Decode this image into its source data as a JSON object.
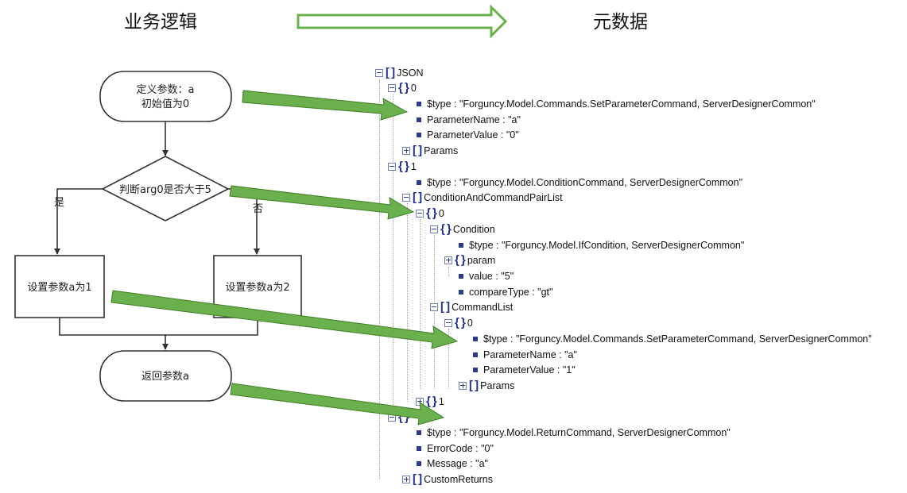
{
  "titles": {
    "left": "业务逻辑",
    "right": "元数据"
  },
  "flow": {
    "start": [
      "定义参数：a",
      "初始值为0"
    ],
    "decision": "判断arg0是否大于5",
    "yes": "是",
    "no": "否",
    "left_box": "设置参数a为1",
    "right_box": "设置参数a为2",
    "end": "返回参数a"
  },
  "tree": [
    {
      "kind": "node",
      "exp": "minus",
      "bracket": "[ ]",
      "label": "JSON"
    },
    {
      "kind": "node",
      "exp": "minus",
      "bracket": "{ }",
      "label": "0"
    },
    {
      "kind": "leaf",
      "label": "$type : \"Forguncy.Model.Commands.SetParameterCommand, ServerDesignerCommon\""
    },
    {
      "kind": "leaf",
      "label": "ParameterName : \"a\""
    },
    {
      "kind": "leaf",
      "label": "ParameterValue : \"0\""
    },
    {
      "kind": "node",
      "exp": "plus",
      "bracket": "[ ]",
      "label": "Params"
    },
    {
      "kind": "node",
      "exp": "minus",
      "bracket": "{ }",
      "label": "1"
    },
    {
      "kind": "leaf",
      "label": "$type : \"Forguncy.Model.ConditionCommand, ServerDesignerCommon\""
    },
    {
      "kind": "node",
      "exp": "minus",
      "bracket": "[ ]",
      "label": "ConditionAndCommandPairList"
    },
    {
      "kind": "node",
      "exp": "minus",
      "bracket": "{ }",
      "label": "0"
    },
    {
      "kind": "node",
      "exp": "minus",
      "bracket": "{ }",
      "label": "Condition"
    },
    {
      "kind": "leaf",
      "label": "$type : \"Forguncy.Model.IfCondition, ServerDesignerCommon\""
    },
    {
      "kind": "node",
      "exp": "plus",
      "bracket": "{ }",
      "label": "param"
    },
    {
      "kind": "leaf",
      "label": "value : \"5\""
    },
    {
      "kind": "leaf",
      "label": "compareType : \"gt\""
    },
    {
      "kind": "node",
      "exp": "minus",
      "bracket": "[ ]",
      "label": "CommandList"
    },
    {
      "kind": "node",
      "exp": "minus",
      "bracket": "{ }",
      "label": "0"
    },
    {
      "kind": "leaf",
      "label": "$type : \"Forguncy.Model.Commands.SetParameterCommand, ServerDesignerCommon\""
    },
    {
      "kind": "leaf",
      "label": "ParameterName : \"a\""
    },
    {
      "kind": "leaf",
      "label": "ParameterValue : \"1\""
    },
    {
      "kind": "node",
      "exp": "plus",
      "bracket": "[ ]",
      "label": "Params"
    },
    {
      "kind": "node",
      "exp": "plus",
      "bracket": "{ }",
      "label": "1"
    },
    {
      "kind": "node",
      "exp": "minus",
      "bracket": "{ }",
      "label": ""
    },
    {
      "kind": "leaf",
      "label": "$type : \"Forguncy.Model.ReturnCommand, ServerDesignerCommon\""
    },
    {
      "kind": "leaf",
      "label": "ErrorCode : \"0\""
    },
    {
      "kind": "leaf",
      "label": "Message : \"a\""
    },
    {
      "kind": "node",
      "exp": "plus",
      "bracket": "[ ]",
      "label": "CustomReturns"
    }
  ]
}
